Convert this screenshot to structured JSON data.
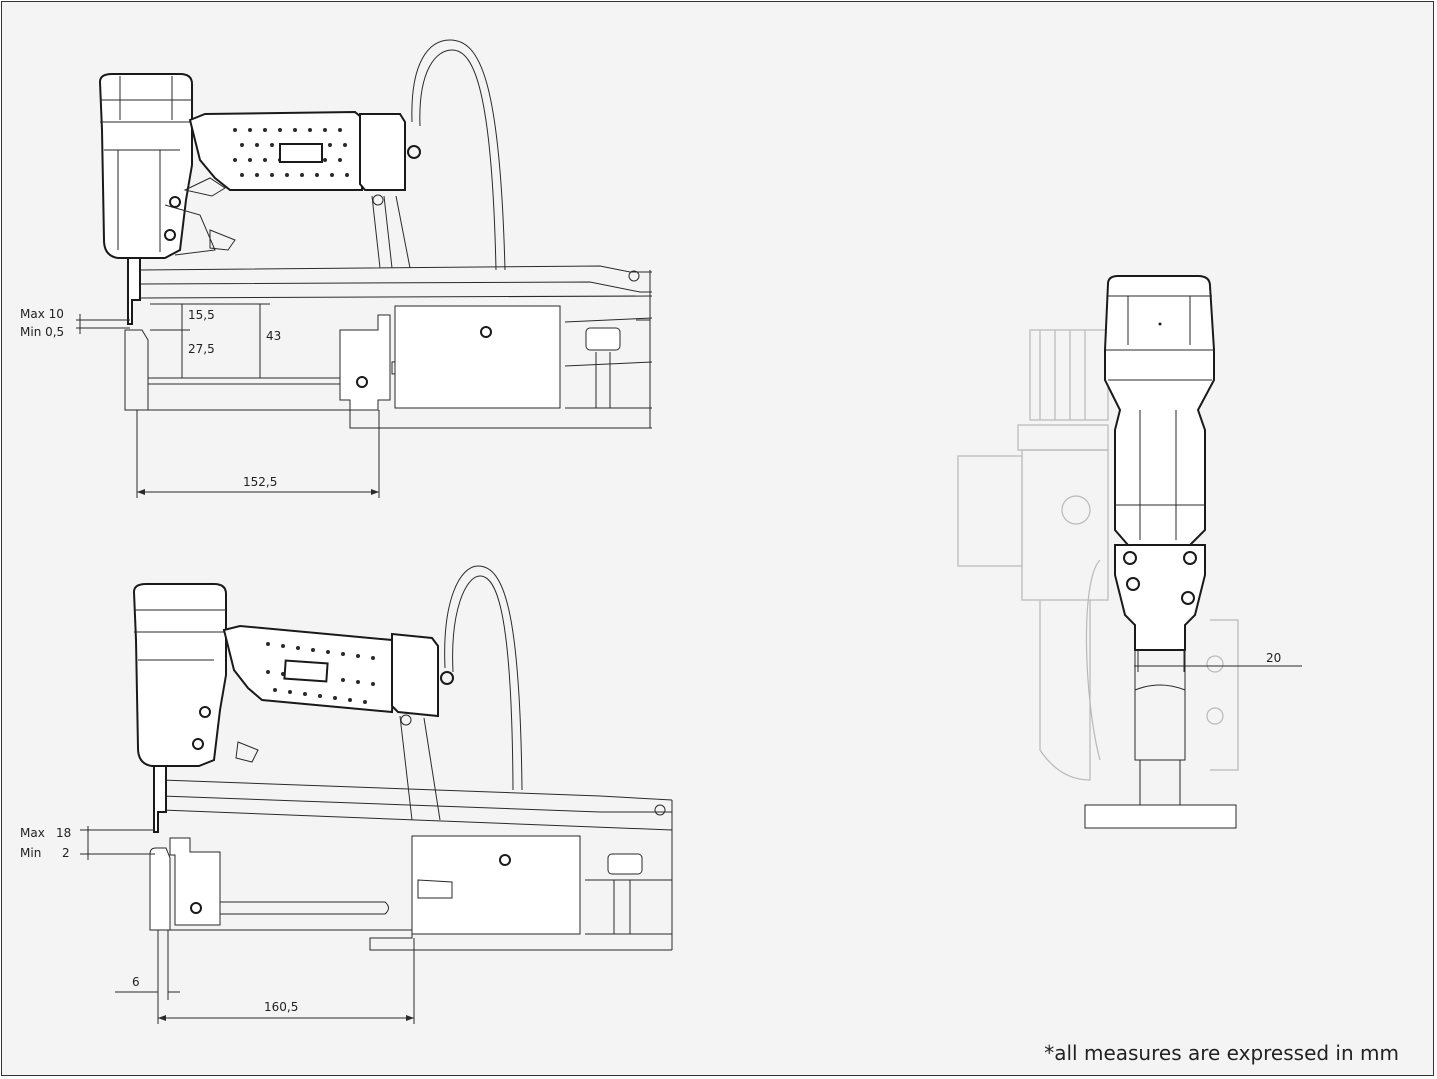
{
  "note": "*all measures are expressed in mm",
  "top_view": {
    "max_label": "Max 10",
    "min_label": "Min 0,5",
    "dim_15_5": "15,5",
    "dim_27_5": "27,5",
    "dim_43": "43",
    "dim_152_5": "152,5"
  },
  "bottom_view": {
    "max_label": "Max",
    "max_value": "18",
    "min_label": "Min",
    "min_value": "2",
    "dim_6": "6",
    "dim_160_5": "160,5"
  },
  "front_view": {
    "dim_20": "20"
  },
  "colors": {
    "background": "#f4f4f4",
    "line": "#2a2a2a",
    "ghost_line": "#b9b9b9"
  }
}
